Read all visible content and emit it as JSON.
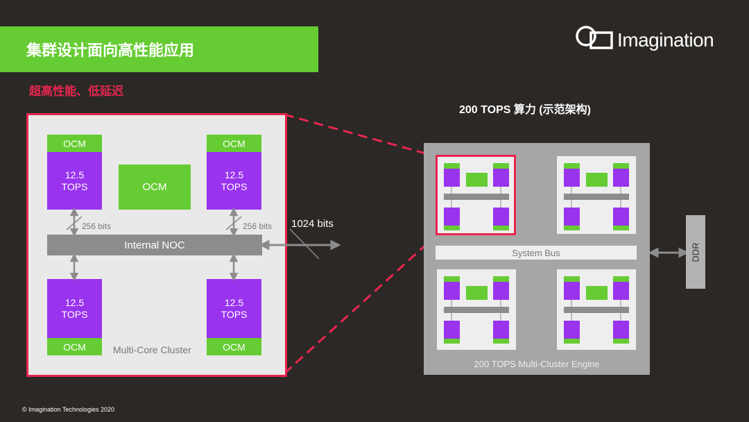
{
  "slide": {
    "title": "集群设计面向高性能应用",
    "subtitle": "超高性能、低延迟",
    "footer": "© Imagination Technologies 2020"
  },
  "logo": {
    "text": "Imagination"
  },
  "left_cluster": {
    "ocm_label": "OCM",
    "core_line1": "12.5",
    "core_line2": "TOPS",
    "noc_label": "Internal NOC",
    "bus_width": "256 bits",
    "cluster_label": "Multi-Core Cluster",
    "external_link": "1024 bits"
  },
  "right_engine": {
    "title": "200 TOPS 算力 (示范架构)",
    "system_bus": "System Bus",
    "engine_label": "200 TOPS Multi-Cluster Engine",
    "ddr": "DDR"
  },
  "colors": {
    "background": "#2b2826",
    "accent_green": "#66cc33",
    "core_purple": "#9933ee",
    "highlight_red": "#e8264e"
  }
}
